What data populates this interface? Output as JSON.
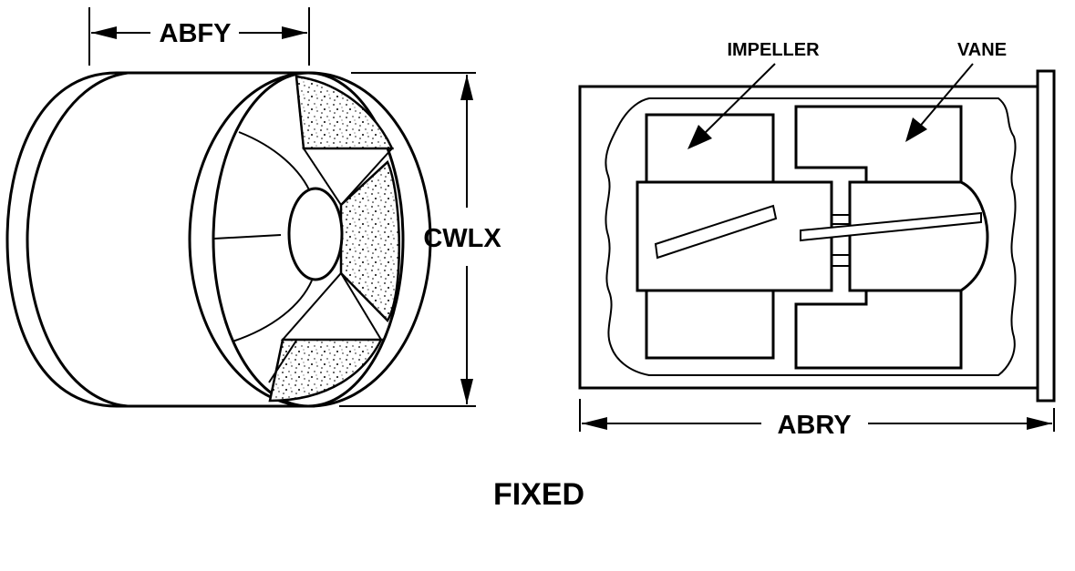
{
  "dimensions": {
    "length_label": "ABFY",
    "diameter_label": "CWLX",
    "overall_label": "ABRY"
  },
  "callouts": {
    "impeller": "IMPELLER",
    "vane": "VANE"
  },
  "caption": "FIXED"
}
